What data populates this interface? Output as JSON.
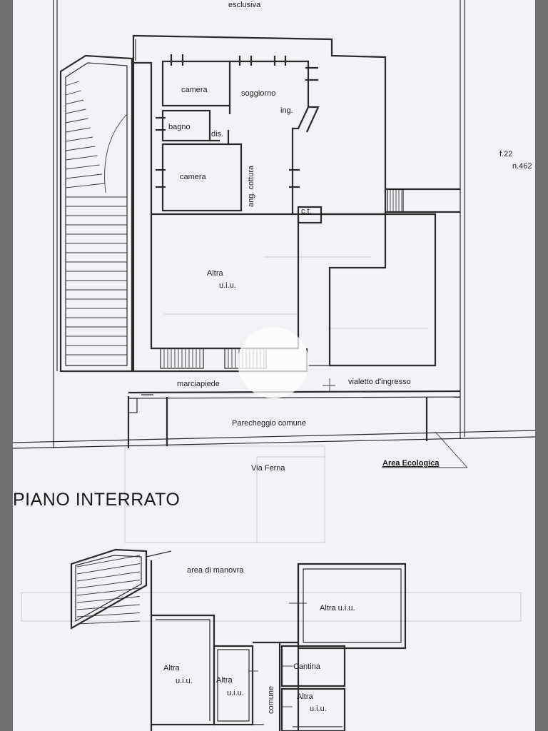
{
  "ground_floor": {
    "rooms": {
      "garden_exclusive": "esclusiva",
      "bedroom_top": "camera",
      "living": "soggiorno",
      "entrance": "ing.",
      "bathroom": "bagno",
      "hallway": "dis.",
      "bedroom_bottom": "camera",
      "kitchenette": "ang. cottura",
      "boiler": "c.t.",
      "other_unit_line1": "Altra",
      "other_unit_line2": "u.i.u.",
      "sidewalk": "marciapiede",
      "entry_path": "vialetto d'ingresso",
      "common_parking": "Parecheggio comune",
      "street": "Via Ferna",
      "eco_area": "Area Ecologica",
      "sheet_ref": "f.22",
      "parcel_ref": "n.462"
    }
  },
  "basement": {
    "title": "PIANO INTERRATO",
    "rooms": {
      "maneuver_area": "area di manovra",
      "other_unit_right": "Altra u.i.u.",
      "other_unit_a_line1": "Altra",
      "other_unit_a_line2": "u.i.u.",
      "other_unit_b_line1": "Altra",
      "other_unit_b_line2": "u.i.u.",
      "common": "comune",
      "cellar": "Cantina",
      "other_unit_c_line1": "Altra",
      "other_unit_c_line2": "u.i.u."
    }
  }
}
